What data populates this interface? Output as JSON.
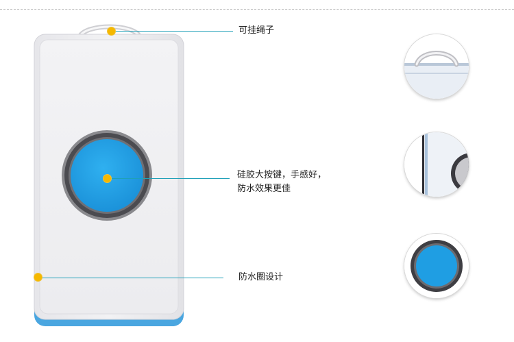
{
  "callouts": {
    "lanyard": "可挂绳子",
    "button_line1": "硅胶大按键，手感好，",
    "button_line2": "防水效果更佳",
    "seal": "防水圈设计"
  },
  "colors": {
    "accent_line": "#1fa0b8",
    "marker": "#f5b800",
    "button_blue": "#1f9ee3",
    "ring_gray": "#5a5a5a",
    "edge_blue": "#4aa6e0"
  }
}
